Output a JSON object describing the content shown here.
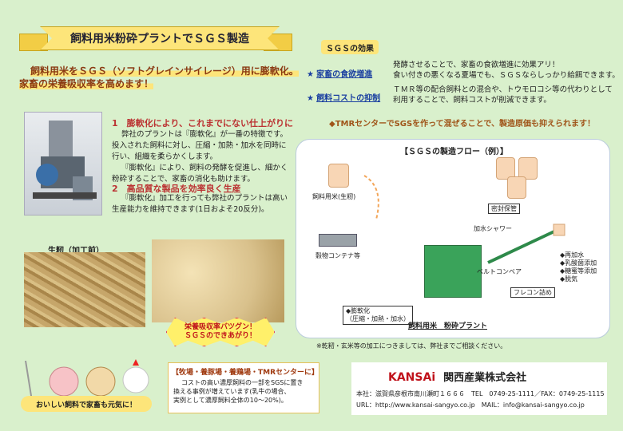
{
  "title": "飼料用米粉砕プラントでＳＧＳ製造",
  "lead": {
    "line1": "飼料用米をＳＧＳ（ソフトグレインサイレージ）用に膨軟化。",
    "line2": "家畜の栄養吸収率を高めます！"
  },
  "section1": {
    "heading": "1　膨軟化により、これまでにない仕上がりに",
    "body": [
      "弊社のプラントは『膨軟化』が一番の特徴です。",
      "投入された飼料に対し、圧縮・加熱・加水を同時に",
      "行い、組織を柔らかくします。",
      "『膨軟化』により、飼料の発酵を促進し、細かく",
      "粉砕することで、家畜の消化も助けます。"
    ]
  },
  "section2": {
    "heading": "2　高品質な製品を効率良く生産",
    "body": [
      "『膨軟化』加工を行っても弊社のプラントは高い",
      "生産能力を維持できます(1日およそ20反分)。"
    ]
  },
  "sgs_effect": {
    "badge": "ＳＧＳの効果",
    "items": [
      {
        "star": "★",
        "label": "家畜の食欲増進",
        "desc": [
          "発酵させることで、家畜の食欲増進に効果アリ！",
          "食い付きの悪くなる夏場でも、ＳＧＳならしっかり給餌できます。"
        ]
      },
      {
        "star": "★",
        "label": "飼料コストの抑制",
        "desc": [
          "ＴＭＲ等の配合飼料との混合や、トウモロコシ等の代わりとして",
          "利用することで、飼料コストが削減できます。"
        ]
      }
    ],
    "tmr_note": "◆TMRセンターでSGSを作って混ぜることで、製造原価も抑えられます！"
  },
  "flow": {
    "title": "【ＳＧＳの製造フロー（例）】",
    "rice_label": "飼料用米(生籾)",
    "container_label": "穀物コンテナ等",
    "plant_label": "飼料用米　粉砕プラント",
    "bulk_label": [
      "◆膨軟化",
      "（圧縮・加熱・加水）"
    ],
    "storage_label": "密封保管",
    "bag_label": "フレコン詰め",
    "conveyor_label": "ベルトコンベア",
    "shower_label": "加水シャワー",
    "additives": [
      "◆再加水",
      "◆乳酸菌添加",
      "◆糖蜜等添加",
      "◆脱気"
    ]
  },
  "footnote": "※乾籾・玄米等の加工につきましては、弊社までご相談ください。",
  "grain": {
    "label": "生籾（加工前）",
    "burst_line1": "栄養吸収率バツグン！",
    "burst_line2": "ＳＧＳのできあがり！"
  },
  "slogan": "おいしい飼料で家畜も元気に！",
  "farm": {
    "heading": "【牧場・養豚場・養鶏場・TMRセンターに】",
    "body": [
      "コストの高い濃厚飼料の一部をSGSに置き",
      "換える事例が増えています(乳牛の場合、",
      "実例として濃厚飼料全体の10～20%)。"
    ]
  },
  "company": {
    "logo": "KANSAi",
    "name": "関西産業株式会社",
    "address": "本社：滋賀県彦根市南川瀬町１６６６　TEL　0749-25-1111／FAX：0749-25-1115",
    "url": "URL：http://www.kansai-sangyo.co.jp　MAIL：info@kansai-sangyo.co.jp"
  },
  "colors": {
    "background": "#d9f0cc",
    "accent": "#fde57a",
    "red": "#c0121b",
    "blue": "#1a3fa0"
  }
}
